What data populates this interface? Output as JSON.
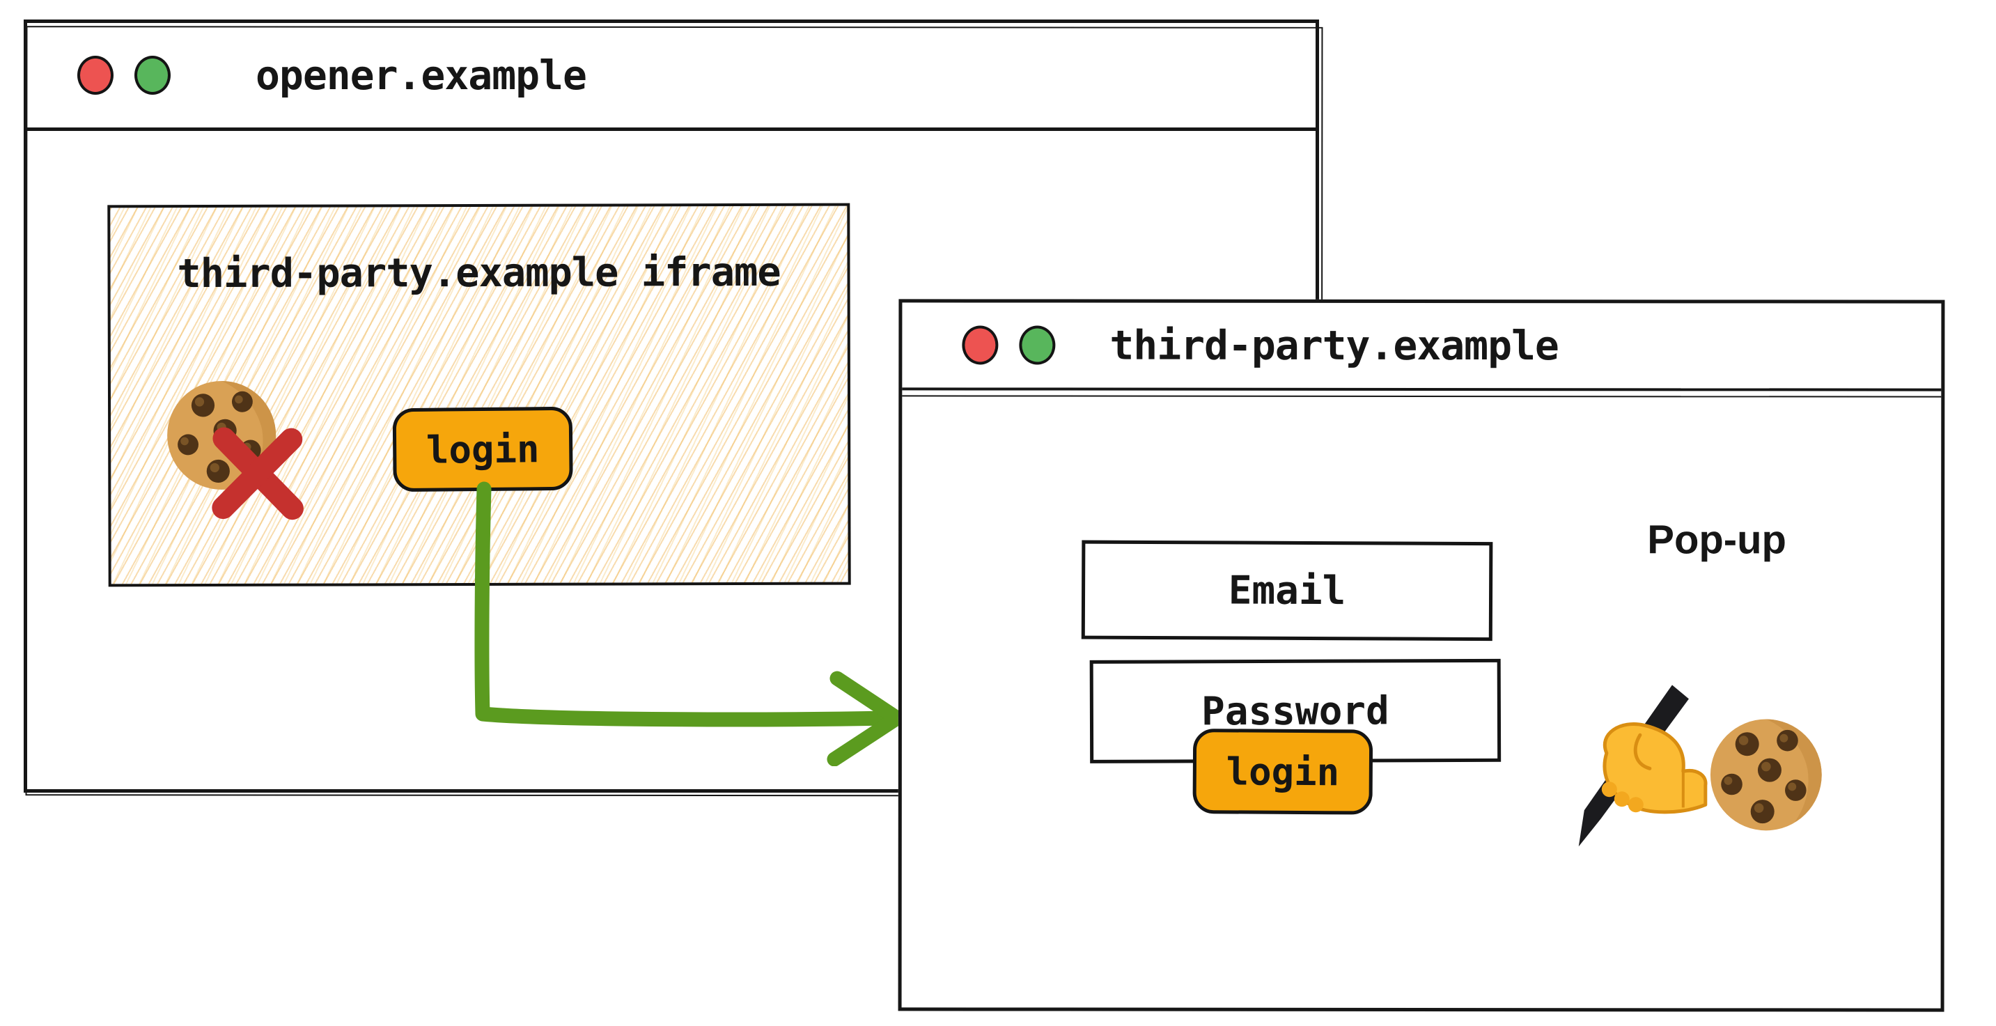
{
  "colors": {
    "ink": "#161616",
    "accent_orange": "#F6A60C",
    "arrow_green": "#5B9B1F",
    "blocked_red": "#C5312E",
    "traffic_dot_red": "#ED5351",
    "traffic_dot_green": "#58B65C",
    "hatch_sand": "#F0B95F"
  },
  "opener_window": {
    "title": "opener.example",
    "traffic_lights": [
      "red",
      "green"
    ],
    "iframe": {
      "label": "third-party.example iframe",
      "login_button_label": "login",
      "blocked_cookie_icon": "cookie-icon-with-red-cross"
    }
  },
  "flow_arrow": {
    "icon": "green-elbow-arrow",
    "from": "iframe login button",
    "to": "popup window"
  },
  "popup_window": {
    "title": "third-party.example",
    "traffic_lights": [
      "red",
      "green"
    ],
    "annotation": "Pop-up",
    "email_placeholder": "Email",
    "password_placeholder": "Password",
    "login_button_label": "login",
    "icons": [
      "writing-hand-icon",
      "cookie-icon"
    ]
  }
}
